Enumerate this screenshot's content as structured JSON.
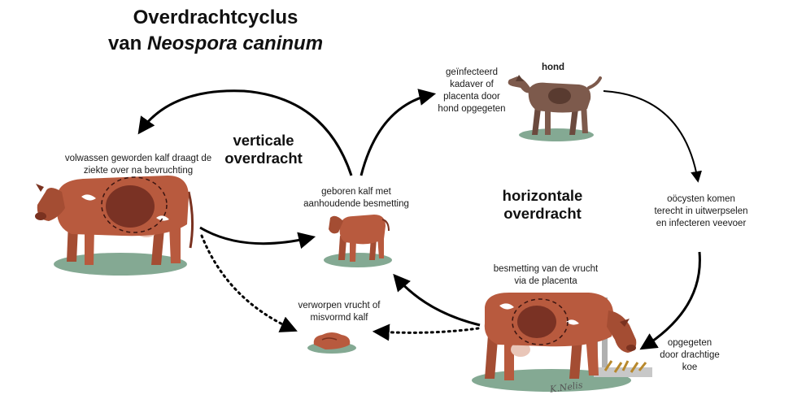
{
  "title": {
    "line1": "Overdrachtcyclus",
    "line2_prefix": "van ",
    "line2_species": "Neospora caninum"
  },
  "stages": {
    "vertical": "verticale overdracht",
    "horizontal": "horizontale overdracht"
  },
  "labels": {
    "adult_calf": "volwassen geworden kalf draagt de ziekte over na bevruchting",
    "born_calf": "geboren kalf met aanhoudende besmetting",
    "aborted": "verworpen vrucht of misvormd kalf",
    "carcass": "geïnfecteerd kadaver of placenta door hond opgegeten",
    "dog": "hond",
    "oocysts": "oöcysten komen terecht in uitwerpselen en infecteren veevoer",
    "placenta": "besmetting van de vrucht via de placenta",
    "eaten": "opgegeten door drachtige koe"
  },
  "signature": "K.Nelis",
  "colors": {
    "cow_body": "#b85a3e",
    "cow_dark": "#7a3220",
    "dog_body": "#7d5a4c",
    "grass": "#6f9a80",
    "arrow": "#000000"
  }
}
